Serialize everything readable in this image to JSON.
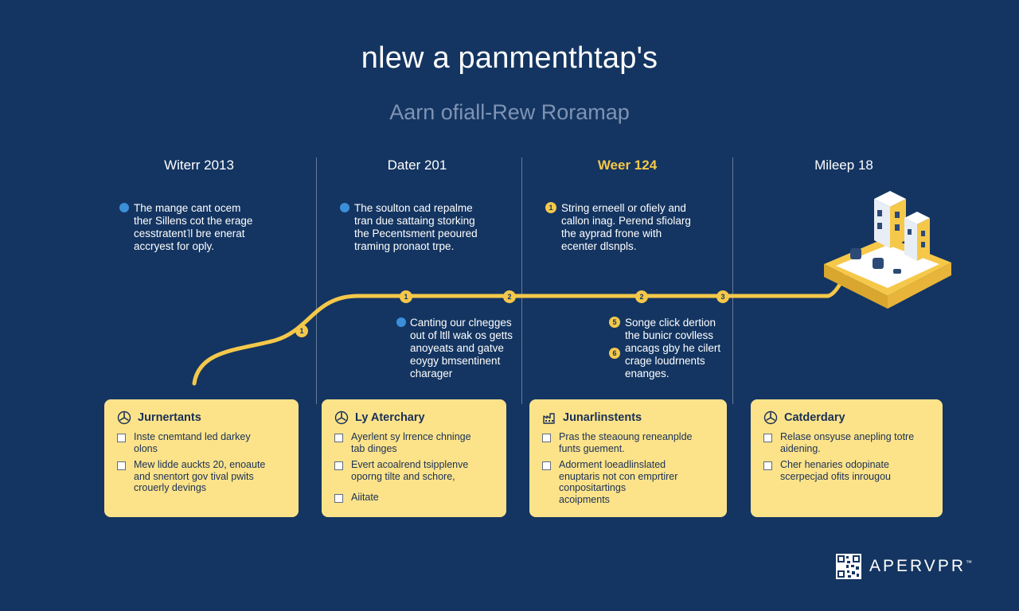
{
  "title": "nlew a panmenthtap's",
  "subtitle": "Aarn ofiall-Rew Roramap",
  "columns": [
    {
      "head": "Witerr 2013"
    },
    {
      "head": "Dater 201"
    },
    {
      "head": "Weer 124"
    },
    {
      "head": "Mileep 18"
    }
  ],
  "top_notes": [
    {
      "lines": [
        "The mange cant ocem",
        "ther Sillens cot the erage",
        "cesstratent˥l bre enerat",
        "accryest for oply."
      ]
    },
    {
      "lines": [
        "The soulton cad repalme",
        "tran due sattaing storking",
        "the Pecentsment peoured",
        "traming pronaot trpe."
      ]
    },
    {
      "lines": [
        "String erneell or ofiely and",
        "callon inag. Perend sfiolarg",
        "the ayprad frone with",
        "ecenter dlsnpls."
      ]
    }
  ],
  "bottom_notes": [
    {
      "lines": [
        "Canting our clnegges",
        "out of ltll wak os getts",
        "anoyeats and gatve",
        "eoygy bmsentinent",
        "charager"
      ]
    },
    {
      "lines": [
        "Songe click dertion",
        "the bunicr covlless",
        "ancags gby he cilert",
        "crage loudrnents",
        "enanges."
      ]
    }
  ],
  "milestones": [
    {
      "label": "1"
    },
    {
      "label": "1"
    },
    {
      "label": "2"
    },
    {
      "label": "2"
    },
    {
      "label": "3"
    }
  ],
  "note_markers": [
    {
      "label": "1"
    },
    {
      "label": "5"
    },
    {
      "label": "6"
    }
  ],
  "cards": [
    {
      "title": "Jurnertants",
      "icon": "fan-icon",
      "items": [
        {
          "lines": [
            "Inste cnemtand led darkey",
            "olons"
          ]
        },
        {
          "lines": [
            "Mew lidde auckts 20, enoaute",
            "and snentort gov tival pwits",
            "crouerly devings"
          ]
        }
      ]
    },
    {
      "title": "Ly Aterchary",
      "icon": "fan-icon",
      "items": [
        {
          "lines": [
            "Ayerlent sy lrrence chninge",
            "tab dinges"
          ]
        },
        {
          "lines": [
            "Evert acoalrend tsipplenve",
            "oporng tilte and schore,"
          ]
        },
        {
          "lines": [
            "Aiitate"
          ]
        }
      ]
    },
    {
      "title": "Junarlinstents",
      "icon": "factory-icon",
      "items": [
        {
          "lines": [
            "Pras the steaoung reneanplde",
            "funts guement."
          ]
        },
        {
          "lines": [
            "Adorment loeadlinslated",
            "enuptaris not con emprtirer",
            "conpositartings",
            "acoipments"
          ]
        }
      ]
    },
    {
      "title": "Catderdary",
      "icon": "fan-icon",
      "items": [
        {
          "lines": [
            "Relase onsyuse anepling totre",
            "aidening."
          ]
        },
        {
          "lines": [
            "Cher henaries odopinate",
            "scerpecjad ofits inrougou"
          ]
        }
      ]
    }
  ],
  "logo": {
    "text": "APERVPR",
    "tm": "™"
  },
  "colors": {
    "background": "#143561",
    "accent_yellow": "#f5c84a",
    "card_yellow": "#fce38a",
    "blue_dot": "#3a8fd8"
  }
}
